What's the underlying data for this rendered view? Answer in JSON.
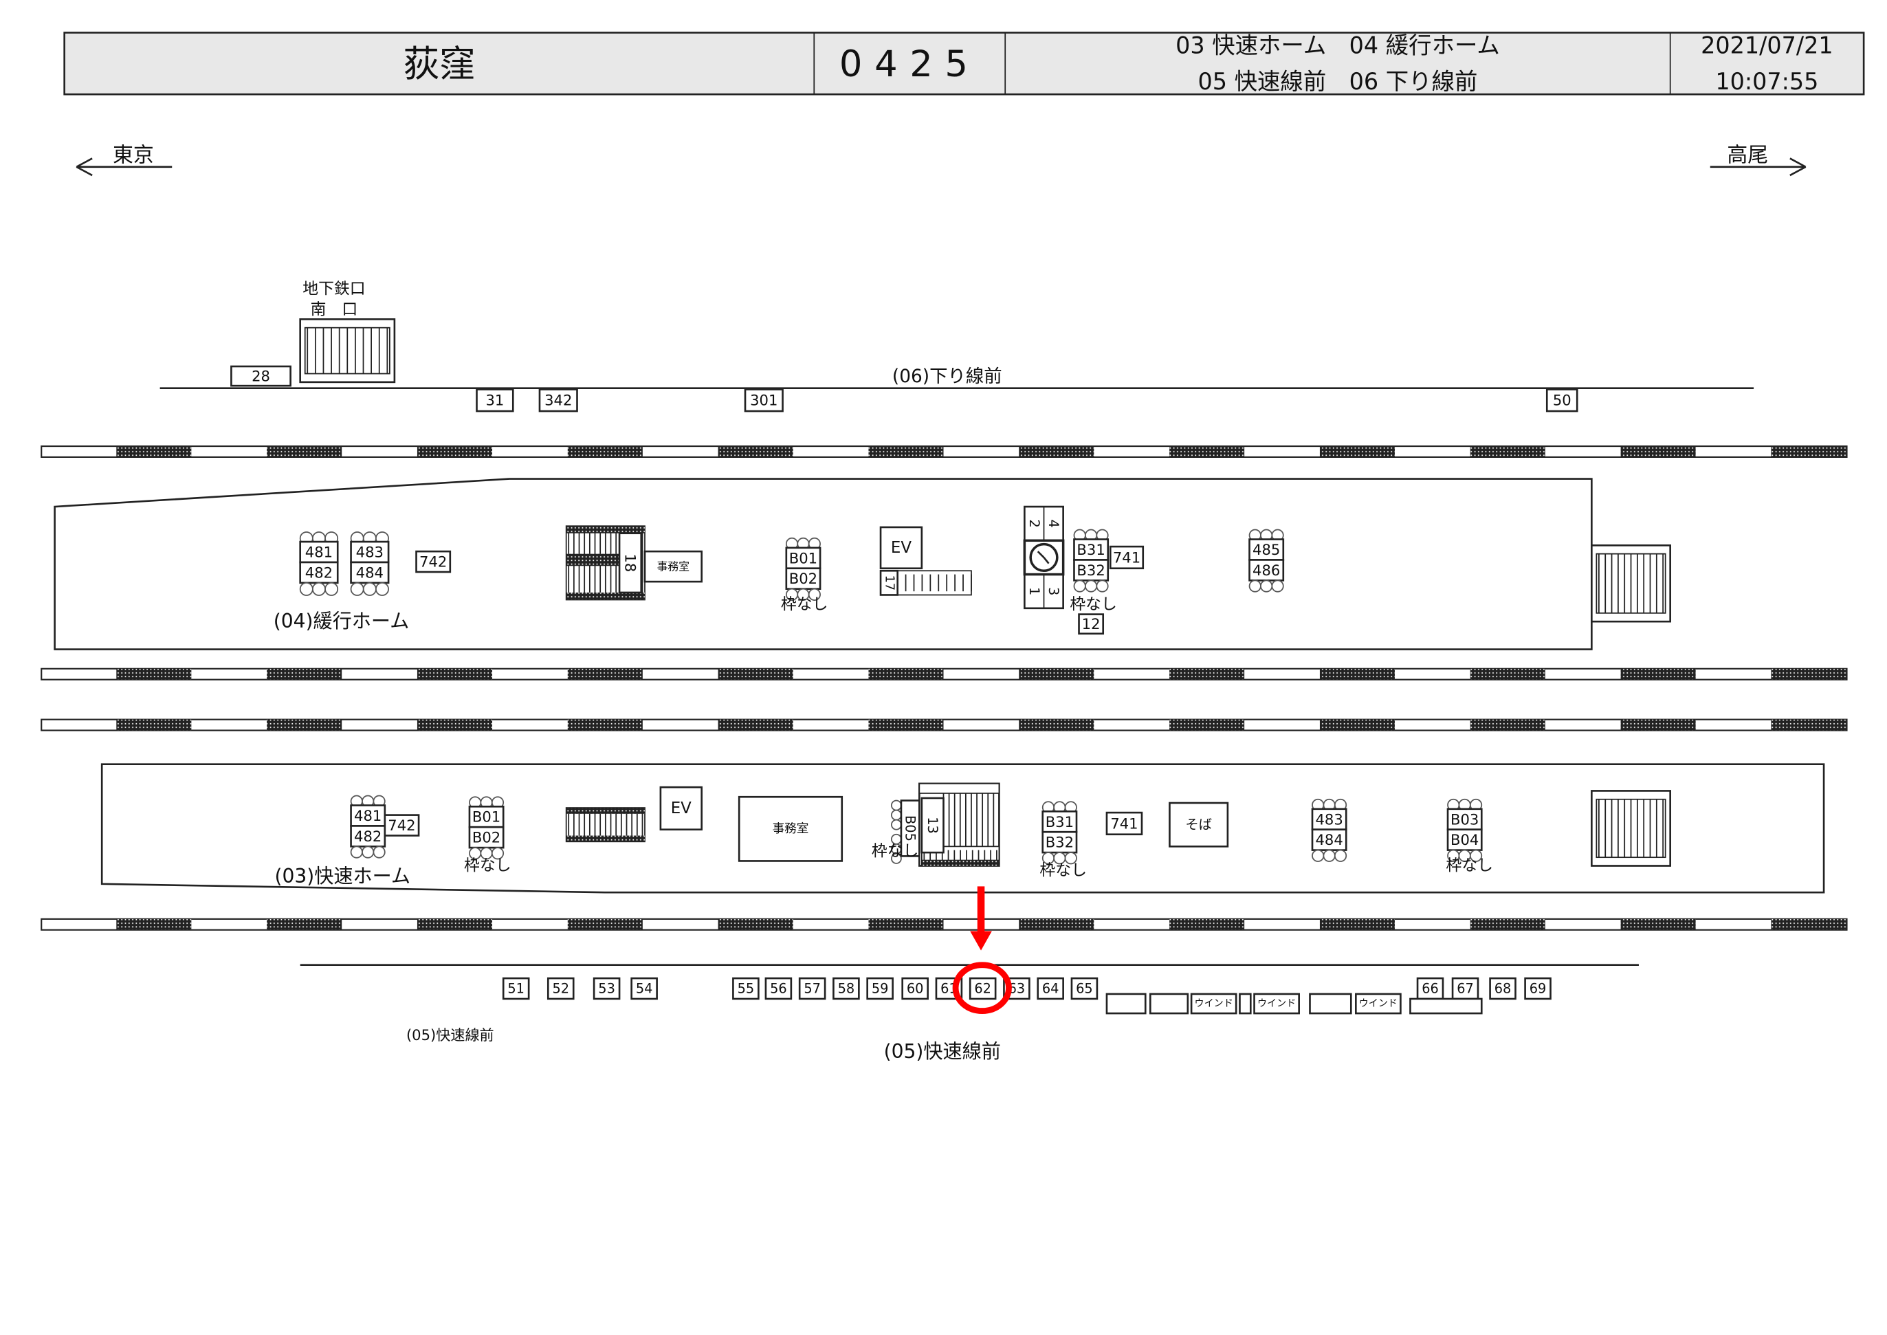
{
  "header": {
    "station": "荻窪",
    "code": "0425",
    "lines": [
      "03 快速ホーム　04 緩行ホーム",
      "05 快速線前　06 下り線前"
    ],
    "date": "2021/07/21",
    "time": "10:07:55"
  },
  "directions": {
    "left": "東京",
    "right": "高尾"
  },
  "subway": {
    "label": "地下鉄口",
    "sub": "南　口",
    "box": "28"
  },
  "line06": {
    "label": "(06)下り線前",
    "boxes": [
      "31",
      "342",
      "301",
      "50"
    ]
  },
  "platform04": {
    "label": "(04)緩行ホーム",
    "signs": [
      "481",
      "482",
      "483",
      "484",
      "742",
      "B01",
      "B02",
      "EV",
      "B31",
      "B32",
      "741",
      "12",
      "485",
      "486"
    ],
    "office": "事務室",
    "stairs": [
      "18",
      "17"
    ],
    "clock": [
      "2",
      "4",
      "1",
      "3"
    ],
    "no_frame": "枠なし"
  },
  "platform03": {
    "label": "(03)快速ホーム",
    "signs": [
      "481",
      "482",
      "742",
      "B01",
      "B02",
      "EV",
      "B05",
      "B31",
      "B32",
      "741",
      "483",
      "484",
      "B03",
      "B04"
    ],
    "office": "事務室",
    "stairs": [
      "13"
    ],
    "soba": "そば",
    "no_frame": "枠なし"
  },
  "line05": {
    "label": "(05)快速線前",
    "label_small": "(05)快速線前",
    "boxes": [
      "51",
      "52",
      "53",
      "54",
      "55",
      "56",
      "57",
      "58",
      "59",
      "60",
      "61",
      "62",
      "63",
      "64",
      "65",
      "66",
      "67",
      "68",
      "69"
    ],
    "window": "ウインド",
    "highlight": "62",
    "highlight_color": "#ff0000"
  },
  "colors": {
    "header_bg": "#e8e8e8",
    "marker": "#ff0000"
  }
}
